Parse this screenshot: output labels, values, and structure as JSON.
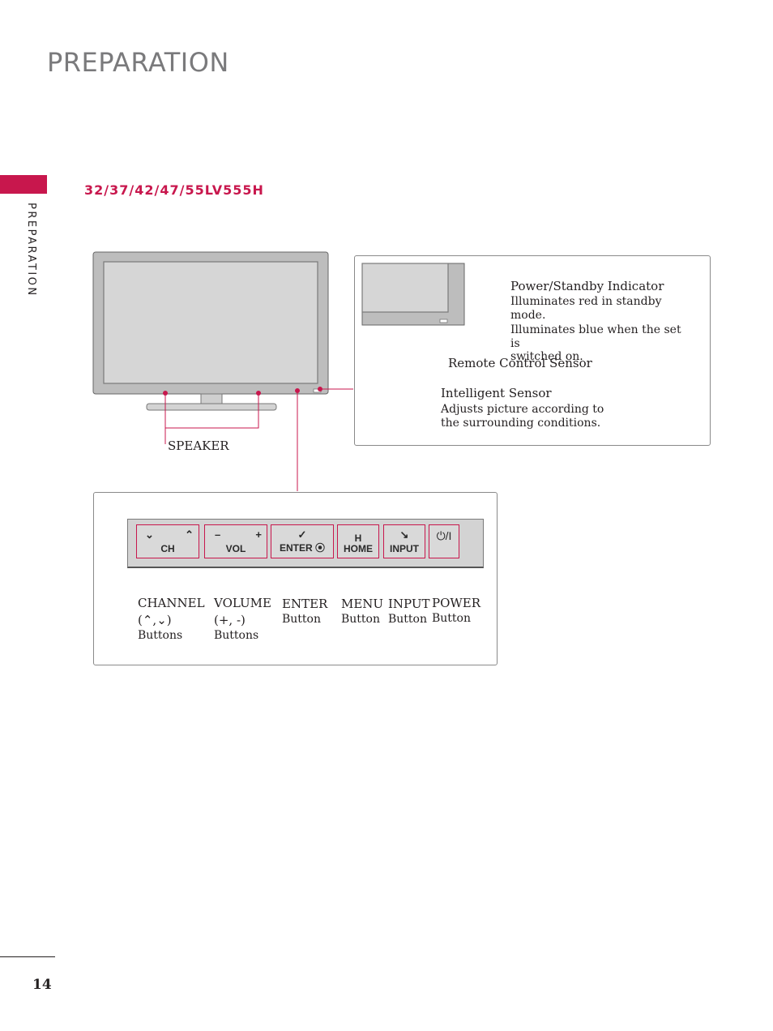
{
  "header": {
    "title": "PREPARATION",
    "side_label": "PREPARATION"
  },
  "model": "32/37/42/47/55LV555H",
  "callouts": {
    "speaker": "SPEAKER",
    "power_indicator": {
      "title": "Power/Standby Indicator",
      "line1": "Illuminates red in standby mode.",
      "line2": "Illuminates blue when the set is",
      "line3": "switched on."
    },
    "remote_sensor": "Remote Control Sensor",
    "intelligent_sensor": {
      "title": "Intelligent Sensor",
      "line1": "Adjusts picture according to",
      "line2": "the surrounding conditions."
    }
  },
  "control_panel": {
    "buttons": [
      {
        "name": "CH",
        "glyph_left": "⌄",
        "glyph_right": "⌃"
      },
      {
        "name": "VOL",
        "glyph_left": "–",
        "glyph_right": "+"
      },
      {
        "name": "ENTER",
        "glyph": "✓",
        "suffix": "⦿"
      },
      {
        "name": "HOME",
        "glyph": "H"
      },
      {
        "name": "INPUT",
        "glyph": "↘"
      },
      {
        "name": "",
        "glyph": "⏻/I"
      }
    ],
    "labels": [
      {
        "line1": "CHANNEL",
        "line2": "(⌃,⌄)",
        "line3": "Buttons"
      },
      {
        "line1": "VOLUME",
        "line2": "(+, -)",
        "line3": "Buttons"
      },
      {
        "line1": "ENTER",
        "line2": "Button"
      },
      {
        "line1": "MENU",
        "line2": "Button"
      },
      {
        "line1": "INPUT",
        "line2": "Button"
      },
      {
        "line1": "POWER",
        "line2": "Button"
      }
    ]
  },
  "page_number": "14",
  "colors": {
    "accent": "#c8174d",
    "title_gray": "#7a7a7c",
    "tv_gray": "#b9b9b9",
    "screen_gray": "#d4d4d4"
  }
}
